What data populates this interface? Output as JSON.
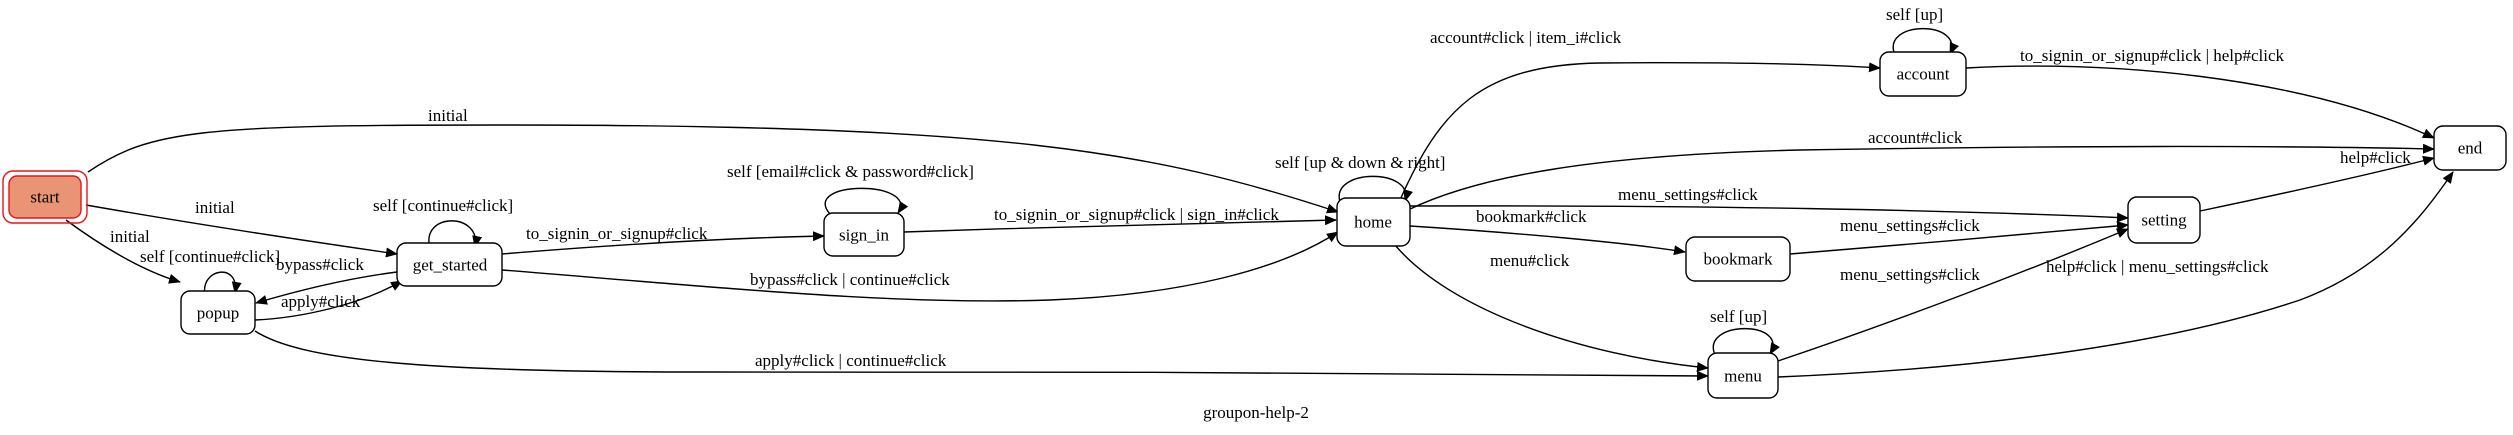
{
  "diagram": {
    "caption": "groupon-help-2",
    "colors": {
      "start_fill": "#e99475",
      "start_stroke": "#e8141a",
      "edge": "#000000"
    },
    "nodes": {
      "start": "start",
      "popup": "popup",
      "get_started": "get_started",
      "sign_in": "sign_in",
      "home": "home",
      "account": "account",
      "bookmark": "bookmark",
      "menu": "menu",
      "setting": "setting",
      "end": "end"
    },
    "edges": {
      "start_home": "initial",
      "start_get_started": "initial",
      "start_popup": "initial",
      "popup_self": "self [continue#click]",
      "popup_get_started": "apply#click",
      "get_started_popup": "bypass#click",
      "get_started_self": "self [continue#click]",
      "get_started_sign_in": "to_signin_or_signup#click",
      "get_started_home": "bypass#click | continue#click",
      "sign_in_self": "self [email#click & password#click]",
      "sign_in_home": "to_signin_or_signup#click | sign_in#click",
      "popup_menu": "apply#click | continue#click",
      "home_self": "self [up & down & right]",
      "home_account": "account#click | item_i#click",
      "home_end": "account#click",
      "home_setting": "menu_settings#click",
      "home_bookmark": "bookmark#click",
      "home_menu": "menu#click",
      "account_self": "self [up]",
      "account_end": "to_signin_or_signup#click | help#click",
      "bookmark_setting": "menu_settings#click",
      "menu_self": "self [up]",
      "menu_setting": "menu_settings#click",
      "menu_end": "help#click | menu_settings#click",
      "setting_end": "help#click"
    }
  }
}
